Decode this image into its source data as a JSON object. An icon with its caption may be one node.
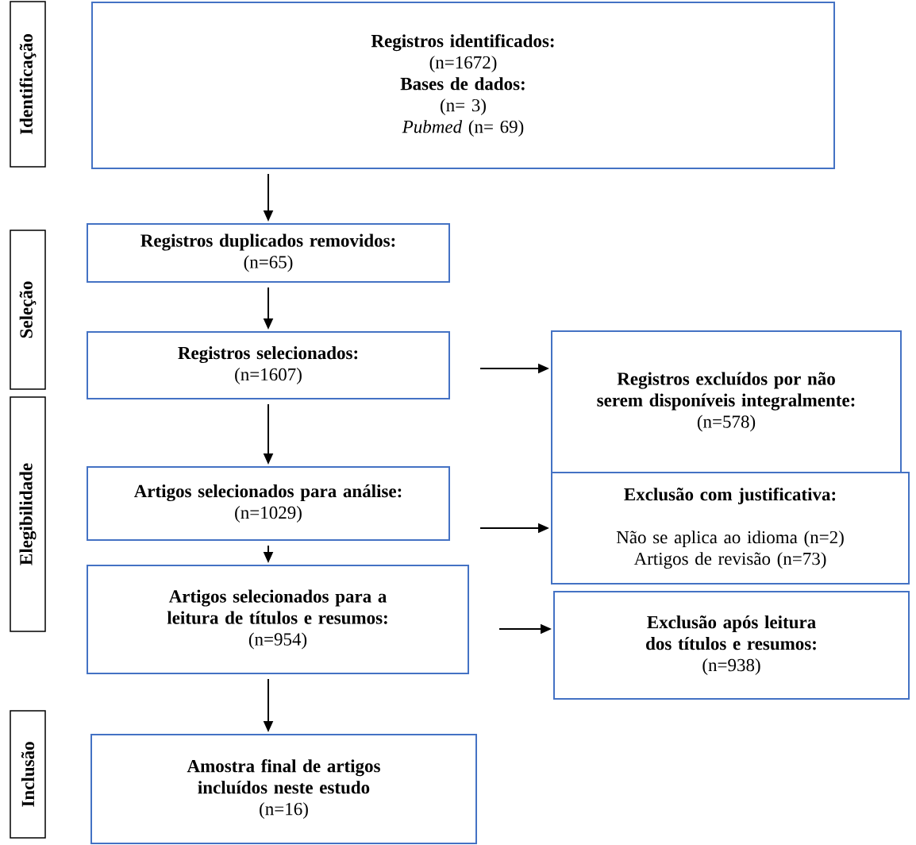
{
  "diagram": {
    "nodes": [
      {
        "text": [
          "Identificação"
        ]
      },
      {
        "text": [
          "Registros identificados:",
          "(n=1672)",
          "Bases de dados:",
          "(n= 3)",
          "*Pubmed* (n= 69)"
        ]
      },
      {
        "text": [
          "Seleção"
        ]
      },
      {
        "text": [
          "Registros duplicados removidos:",
          "(n=65)"
        ]
      },
      {
        "text": [
          "Registros selecionados:",
          "(n=1607)"
        ]
      },
      {
        "text": [
          "Registros excluídos por não serem disponíveis integralmente:",
          "(n=578)"
        ]
      },
      {
        "text": [
          "Elegibilidade"
        ]
      },
      {
        "text": [
          "Artigos selecionados para análise:",
          "(n=1029)"
        ]
      },
      {
        "text": [
          "Exclusão com justificativa:",
          "Não se aplica ao idioma (n=2)",
          "Artigos de revisão (n=73)"
        ]
      },
      {
        "text": [
          "Artigos selecionados para a leitura de títulos e resumos:",
          "(n=954)"
        ]
      },
      {
        "text": [
          "Exclusão após leitura dos títulos e resumos:",
          "(n=938)"
        ]
      },
      {
        "text": [
          "Inclusão"
        ]
      },
      {
        "text": [
          "Amostra final de artigos incluídos neste estudo",
          "(n=16)"
        ]
      }
    ],
    "edges": [
      {
        "from": 1,
        "to": 3,
        "arrow": "to"
      },
      {
        "from": 3,
        "to": 4,
        "arrow": "to"
      },
      {
        "from": 4,
        "to": 5,
        "arrow": "to"
      },
      {
        "from": 4,
        "to": 7,
        "arrow": "to"
      },
      {
        "from": 7,
        "to": 8,
        "arrow": "to"
      },
      {
        "from": 7,
        "to": 9,
        "arrow": "to"
      },
      {
        "from": 9,
        "to": 10,
        "arrow": "to"
      },
      {
        "from": 9,
        "to": 12,
        "arrow": "to"
      }
    ]
  }
}
